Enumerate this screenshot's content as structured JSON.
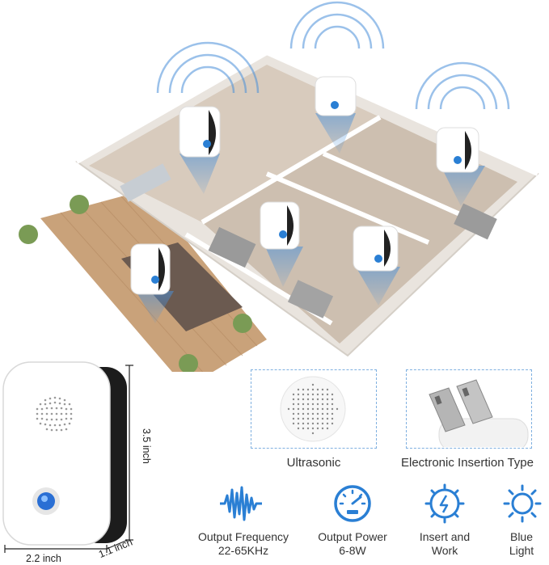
{
  "dimensions": {
    "height": "3.5 inch",
    "width": "2.2 inch",
    "depth": "1.1 inch"
  },
  "details": [
    {
      "label": "Ultrasonic",
      "icon": "speaker-grille-icon"
    },
    {
      "label": "Electronic Insertion Type",
      "icon": "plug-prongs-icon"
    }
  ],
  "features": [
    {
      "line1": "Output Frequency",
      "line2": "22-65KHz",
      "icon": "sound-wave-icon"
    },
    {
      "line1": "Output Power",
      "line2": "6-8W",
      "icon": "gauge-icon"
    },
    {
      "line1": "Insert and",
      "line2": "Work",
      "icon": "plug-insert-icon"
    },
    {
      "line1": "Blue",
      "line2": "Light",
      "icon": "sun-light-icon"
    }
  ],
  "colors": {
    "accent_blue": "#2a7fd4",
    "wave_blue": "#4a90d9",
    "wood_floor": "#c9a27a",
    "dashed_border": "#7fb0e0"
  }
}
